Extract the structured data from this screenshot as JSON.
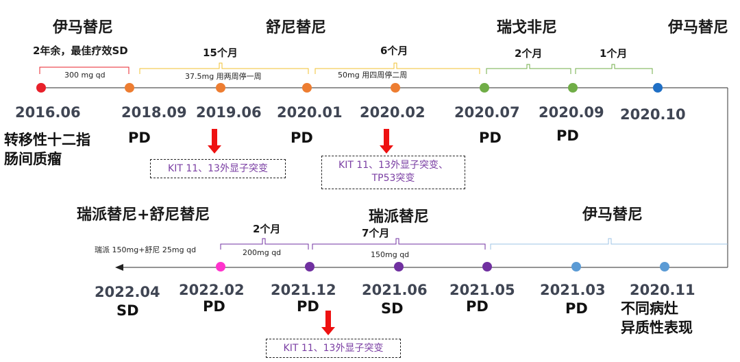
{
  "colors": {
    "red": "#e8202a",
    "orange": "#ed7d31",
    "green": "#70ad47",
    "blue": "#1f6fc5",
    "lightblue": "#5b9bd5",
    "purple": "#7030a0",
    "magenta": "#ff33cc",
    "arrow": "#ee1111",
    "yellow_bracket": "#f1c232",
    "light_blue_bracket": "#9dc3e6"
  },
  "top": {
    "drugs": [
      "伊马替尼",
      "舒尼替尼",
      "瑞戈非尼",
      "伊马替尼"
    ],
    "durations": [
      "2年余，最佳疗效SD",
      "15个月",
      "6个月",
      "2个月",
      "1个月"
    ],
    "doses": [
      "300 mg qd",
      "37.5mg 用两周停一周",
      "50mg 用四周停二周"
    ],
    "dates": [
      "2016.06",
      "2018.09",
      "2019.06",
      "2020.01",
      "2020.02",
      "2020.07",
      "2020.09",
      "2020.10"
    ],
    "pd_labels": [
      "PD",
      "PD",
      "PD",
      "PD"
    ],
    "diagnosis": [
      "转移性十二指",
      "肠间质瘤"
    ],
    "mutation_box_1": [
      "KIT 11、13外显子突变"
    ],
    "mutation_box_2": [
      "KIT 11、13外显子突变、",
      "TP53突变"
    ]
  },
  "bottom": {
    "drugs": [
      "瑞派替尼+舒尼替尼",
      "瑞派替尼",
      "伊马替尼"
    ],
    "durations": [
      "2个月",
      "7个月"
    ],
    "doses": [
      "瑞派 150mg+舒尼 25mg qd",
      "200mg qd",
      "150mg qd"
    ],
    "dates": [
      "2022.04",
      "2022.02",
      "2021.12",
      "2021.06",
      "2021.05",
      "2021.03",
      "2020.11"
    ],
    "status": [
      "SD",
      "PD",
      "PD",
      "SD",
      "PD",
      "PD"
    ],
    "note": [
      "不同病灶",
      "异质性表现"
    ],
    "mutation_box": [
      "KIT 11、13外显子突变"
    ]
  }
}
